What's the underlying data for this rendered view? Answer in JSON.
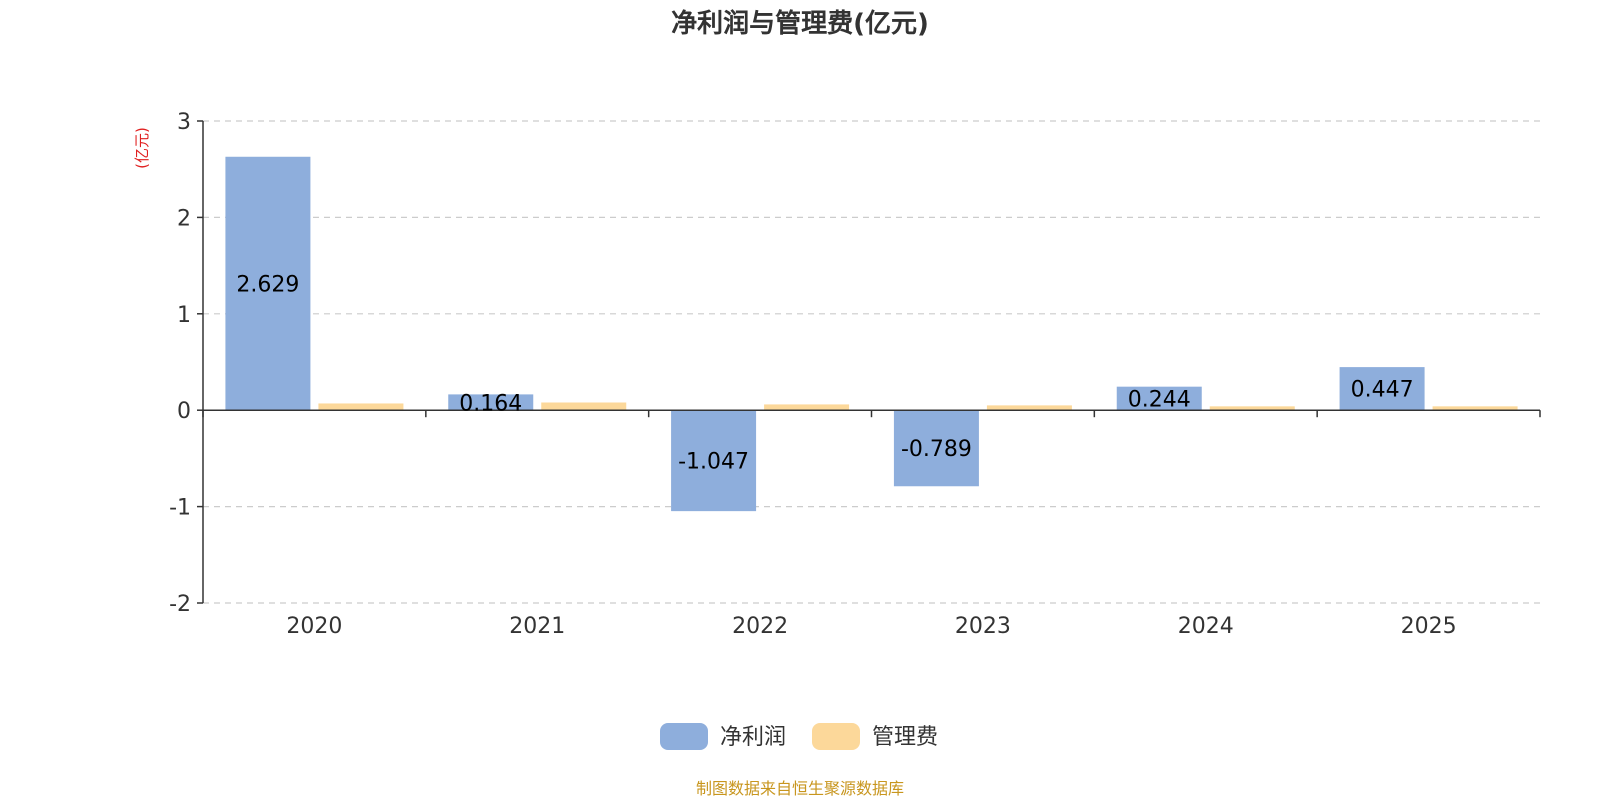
{
  "chart_data": {
    "type": "bar",
    "title": "净利润与管理费(亿元)",
    "ylabel": "(亿元)",
    "categories": [
      "2020",
      "2021",
      "2022",
      "2023",
      "2024",
      "2025"
    ],
    "series": [
      {
        "name": "净利润",
        "values": [
          2.629,
          0.164,
          -1.047,
          -0.789,
          0.244,
          0.447
        ],
        "labels": [
          "2.629",
          "0.164",
          "-1.047",
          "-0.789",
          "0.244",
          "0.447"
        ],
        "color": "#8eaedc"
      },
      {
        "name": "管理费",
        "values": [
          0.07,
          0.08,
          0.06,
          0.05,
          0.04,
          0.04
        ],
        "color": "#fcd89a"
      }
    ],
    "ylim": [
      -2,
      3
    ],
    "yticks": [
      "-2",
      "-1",
      "0",
      "1",
      "2",
      "3"
    ],
    "grid": true,
    "legend": "bottom-center"
  },
  "source": "制图数据来自恒生聚源数据库",
  "colors": {
    "unit": "#e02020",
    "source": "#c8961e",
    "axis": "#333333",
    "grid": "#cccccc"
  }
}
